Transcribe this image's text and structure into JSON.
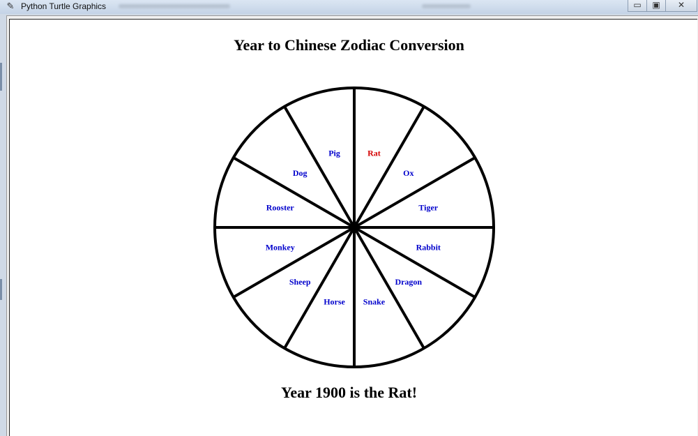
{
  "window": {
    "title": "Python Turtle Graphics",
    "icon": "feather-icon",
    "controls": {
      "minimize": "▭",
      "maximize": "▣",
      "close": "✕"
    }
  },
  "canvas": {
    "title": "Year to Chinese Zodiac Conversion",
    "result": "Year 1900 is the Rat!"
  },
  "zodiac": {
    "highlight_color": "#d40000",
    "label_color": "#0000cc",
    "signs": [
      {
        "name": "Rat",
        "highlight": true
      },
      {
        "name": "Ox"
      },
      {
        "name": "Tiger"
      },
      {
        "name": "Rabbit"
      },
      {
        "name": "Dragon"
      },
      {
        "name": "Snake"
      },
      {
        "name": "Horse"
      },
      {
        "name": "Sheep"
      },
      {
        "name": "Monkey"
      },
      {
        "name": "Rooster"
      },
      {
        "name": "Dog"
      },
      {
        "name": "Pig"
      }
    ]
  }
}
